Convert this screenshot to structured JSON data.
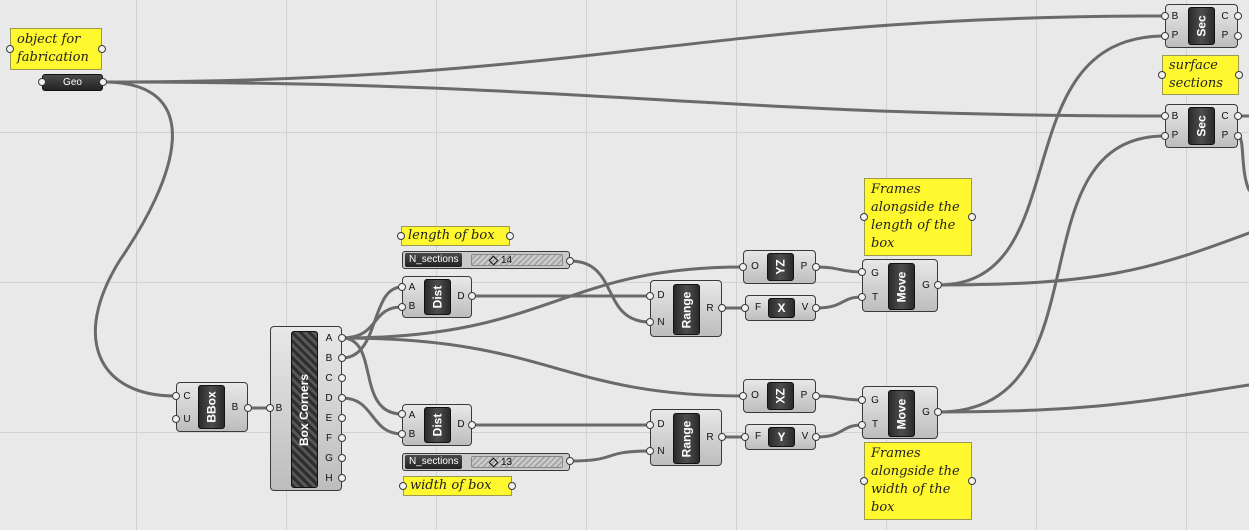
{
  "panels": {
    "fabrication_note": "object for fabrication",
    "surface_sections_note": "surface sections",
    "length_note": "length of box",
    "width_note": "width of box",
    "frames_length_note": "Frames alongside the length of the box",
    "frames_width_note": "Frames alongside the width of the box"
  },
  "geo_param": {
    "label": "Geo"
  },
  "bbox": {
    "name": "BBox",
    "inputs": [
      "C",
      "U"
    ],
    "outputs": [
      "B"
    ]
  },
  "box_corners": {
    "name": "Box Corners",
    "inputs": [
      "B"
    ],
    "outputs": [
      "A",
      "B",
      "C",
      "D",
      "E",
      "F",
      "G",
      "H"
    ]
  },
  "dist_top": {
    "name": "Dist",
    "inputs": [
      "A",
      "B"
    ],
    "outputs": [
      "D"
    ]
  },
  "dist_bottom": {
    "name": "Dist",
    "inputs": [
      "A",
      "B"
    ],
    "outputs": [
      "D"
    ]
  },
  "slider_length": {
    "label": "N_sections",
    "value": "14"
  },
  "slider_width": {
    "label": "N_sections",
    "value": "13"
  },
  "range_top": {
    "name": "Range",
    "inputs": [
      "D",
      "N"
    ],
    "outputs": [
      "R"
    ]
  },
  "range_bottom": {
    "name": "Range",
    "inputs": [
      "D",
      "N"
    ],
    "outputs": [
      "R"
    ]
  },
  "yz_plane": {
    "name": "YZ",
    "inputs": [
      "O"
    ],
    "outputs": [
      "P"
    ]
  },
  "xz_plane": {
    "name": "XZ",
    "inputs": [
      "O"
    ],
    "outputs": [
      "P"
    ]
  },
  "x_vector": {
    "name": "X",
    "inputs": [
      "F"
    ],
    "outputs": [
      "V"
    ]
  },
  "y_vector": {
    "name": "Y",
    "inputs": [
      "F"
    ],
    "outputs": [
      "V"
    ]
  },
  "move_top": {
    "name": "Move",
    "inputs": [
      "G",
      "T"
    ],
    "outputs": [
      "G"
    ]
  },
  "move_bottom": {
    "name": "Move",
    "inputs": [
      "G",
      "T"
    ],
    "outputs": [
      "G"
    ]
  },
  "sec_top": {
    "name": "Sec",
    "inputs": [
      "B",
      "P"
    ],
    "outputs": [
      "C",
      "P"
    ]
  },
  "sec_bottom": {
    "name": "Sec",
    "inputs": [
      "B",
      "P"
    ],
    "outputs": [
      "C",
      "P"
    ]
  }
}
